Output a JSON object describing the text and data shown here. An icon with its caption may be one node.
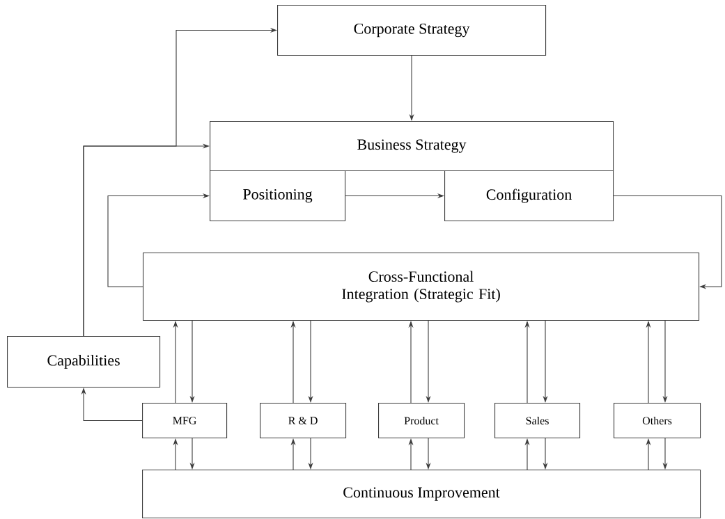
{
  "diagram": {
    "nodes": [
      {
        "text": [
          "Corporate Strategy"
        ]
      },
      {
        "text": [
          "Business Strategy"
        ]
      },
      {
        "text": [
          "Positioning"
        ]
      },
      {
        "text": [
          "Configuration"
        ]
      },
      {
        "text": [
          "Cross-Functional Integration (Strategic Fit)"
        ]
      },
      {
        "text": [
          "Continuous Improvement"
        ]
      },
      {
        "text": [
          "Capabilities"
        ]
      },
      {
        "text": [
          "MFG"
        ]
      },
      {
        "text": [
          "R & D"
        ]
      },
      {
        "text": [
          "Product"
        ]
      },
      {
        "text": [
          "Sales"
        ]
      },
      {
        "text": [
          "Others"
        ]
      }
    ],
    "edges": [
      {
        "from": 6,
        "to": 1,
        "arrow": "to"
      },
      {
        "from": 6,
        "to": 0,
        "arrow": "to"
      },
      {
        "from": 0,
        "to": 1,
        "arrow": "to"
      },
      {
        "from": 2,
        "to": 3,
        "arrow": "to"
      },
      {
        "from": 3,
        "to": 4,
        "arrow": "to"
      },
      {
        "from": 4,
        "to": 2,
        "arrow": "to"
      },
      {
        "from": 7,
        "to": 6,
        "arrow": "to"
      },
      {
        "from": 7,
        "to": 4,
        "arrow": "to"
      },
      {
        "from": 4,
        "to": 7,
        "arrow": "to"
      },
      {
        "from": 5,
        "to": 7,
        "arrow": "to"
      },
      {
        "from": 7,
        "to": 5,
        "arrow": "to"
      },
      {
        "from": 8,
        "to": 4,
        "arrow": "to"
      },
      {
        "from": 4,
        "to": 8,
        "arrow": "to"
      },
      {
        "from": 5,
        "to": 8,
        "arrow": "to"
      },
      {
        "from": 8,
        "to": 5,
        "arrow": "to"
      },
      {
        "from": 9,
        "to": 4,
        "arrow": "to"
      },
      {
        "from": 4,
        "to": 9,
        "arrow": "to"
      },
      {
        "from": 5,
        "to": 9,
        "arrow": "to"
      },
      {
        "from": 9,
        "to": 5,
        "arrow": "to"
      },
      {
        "from": 10,
        "to": 4,
        "arrow": "to"
      },
      {
        "from": 4,
        "to": 10,
        "arrow": "to"
      },
      {
        "from": 5,
        "to": 10,
        "arrow": "to"
      },
      {
        "from": 10,
        "to": 5,
        "arrow": "to"
      },
      {
        "from": 11,
        "to": 4,
        "arrow": "to"
      },
      {
        "from": 4,
        "to": 11,
        "arrow": "to"
      },
      {
        "from": 5,
        "to": 11,
        "arrow": "to"
      },
      {
        "from": 11,
        "to": 5,
        "arrow": "to"
      }
    ]
  }
}
